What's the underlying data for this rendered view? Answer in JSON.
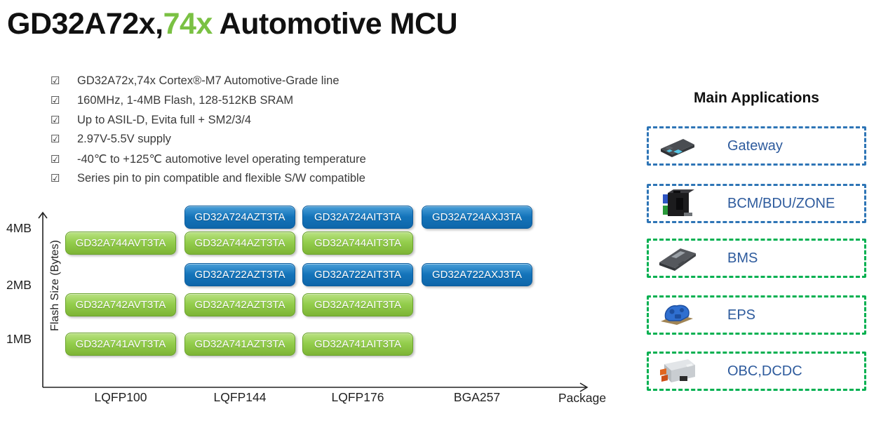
{
  "title": {
    "part1": "GD32A72x,",
    "part2": "74x",
    "part3": " Automotive MCU"
  },
  "glyphs": {
    "checkbox": "☑"
  },
  "features": [
    "GD32A72x,74x Cortex®-M7 Automotive-Grade line",
    "160MHz, 1-4MB Flash, 128-512KB SRAM",
    "Up to ASIL-D, Evita full + SM2/3/4",
    "2.97V-5.5V supply",
    "-40℃ to +125℃ automotive level operating temperature",
    "Series pin to pin compatible and flexible S/W compatible"
  ],
  "chart_data": {
    "type": "scatter",
    "title": "GD32A72x,74x product lineup by flash size and package",
    "xlabel": "Package",
    "ylabel": "Flash Size (Bytes)",
    "x_categories": [
      "LQFP100",
      "LQFP144",
      "LQFP176",
      "BGA257"
    ],
    "y_tick_labels": [
      "4MB",
      "2MB",
      "1MB"
    ],
    "grid": false,
    "rows": [
      {
        "flash": "4MB",
        "color": "blue",
        "chips": [
          {
            "part": "GD32A724AZT3TA",
            "package": "LQFP144"
          },
          {
            "part": "GD32A724AIT3TA",
            "package": "LQFP176"
          },
          {
            "part": "GD32A724AXJ3TA",
            "package": "BGA257"
          }
        ]
      },
      {
        "flash": "4MB",
        "color": "green",
        "chips": [
          {
            "part": "GD32A744AVT3TA",
            "package": "LQFP100"
          },
          {
            "part": "GD32A744AZT3TA",
            "package": "LQFP144"
          },
          {
            "part": "GD32A744AIT3TA",
            "package": "LQFP176"
          }
        ]
      },
      {
        "flash": "2MB",
        "color": "blue",
        "chips": [
          {
            "part": "GD32A722AZT3TA",
            "package": "LQFP144"
          },
          {
            "part": "GD32A722AIT3TA",
            "package": "LQFP176"
          },
          {
            "part": "GD32A722AXJ3TA",
            "package": "BGA257"
          }
        ]
      },
      {
        "flash": "2MB",
        "color": "green",
        "chips": [
          {
            "part": "GD32A742AVT3TA",
            "package": "LQFP100"
          },
          {
            "part": "GD32A742AZT3TA",
            "package": "LQFP144"
          },
          {
            "part": "GD32A742AIT3TA",
            "package": "LQFP176"
          }
        ]
      },
      {
        "flash": "1MB",
        "color": "green",
        "chips": [
          {
            "part": "GD32A741AVT3TA",
            "package": "LQFP100"
          },
          {
            "part": "GD32A741AZT3TA",
            "package": "LQFP144"
          },
          {
            "part": "GD32A741AIT3TA",
            "package": "LQFP176"
          }
        ]
      }
    ]
  },
  "applications": {
    "header": "Main Applications",
    "items": [
      {
        "label": "Gateway",
        "border": "blue",
        "icon": "gateway-device-image",
        "icon_type": "gateway"
      },
      {
        "label": "BCM/BDU/ZONE",
        "border": "blue",
        "icon": "bcm-device-image",
        "icon_type": "bcm"
      },
      {
        "label": "BMS",
        "border": "green",
        "icon": "bms-device-image",
        "icon_type": "bms"
      },
      {
        "label": "EPS",
        "border": "green",
        "icon": "eps-device-image",
        "icon_type": "eps"
      },
      {
        "label": "OBC,DCDC",
        "border": "green",
        "icon": "obc-device-image",
        "icon_type": "obc"
      }
    ]
  },
  "colors": {
    "title_accent_green": "#7AC143",
    "chip_green": "#8CC63F",
    "chip_blue": "#1474BA",
    "app_border_blue": "#2E75B6",
    "app_border_green": "#00B050",
    "app_label_blue": "#2E5B9D",
    "axis_black": "#222222"
  }
}
